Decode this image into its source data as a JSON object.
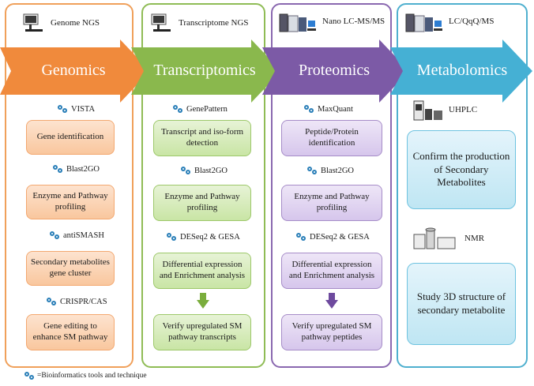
{
  "columns": {
    "genomics": {
      "instrument": "Genome NGS",
      "arrow_label": "Genomics",
      "color": "#f08a3c",
      "steps": [
        {
          "tool": "VISTA",
          "box": "Gene identification"
        },
        {
          "tool": "Blast2GO",
          "box": "Enzyme and Pathway profiling"
        },
        {
          "tool": "antiSMASH",
          "box": "Secondary metabolites gene cluster"
        },
        {
          "tool": "CRISPR/CAS",
          "box": "Gene editing to enhance SM pathway"
        }
      ]
    },
    "transcriptomics": {
      "instrument": "Transcriptome NGS",
      "arrow_label": "Transcriptomics",
      "color": "#8ab84d",
      "steps": [
        {
          "tool": "GenePattern",
          "box": "Transcript and iso-form detection"
        },
        {
          "tool": "Blast2GO",
          "box": "Enzyme and Pathway profiling"
        },
        {
          "tool": "DESeq2 & GESA",
          "box": "Differential expression and  Enrichment analysis"
        }
      ],
      "final_box": "Verify upregulated SM pathway transcripts"
    },
    "proteomics": {
      "instrument": "Nano LC-MS/MS",
      "arrow_label": "Proteomics",
      "color": "#7c5aa6",
      "steps": [
        {
          "tool": "MaxQuant",
          "box": "Peptide/Protein identification"
        },
        {
          "tool": "Blast2GO",
          "box": "Enzyme and Pathway profiling"
        },
        {
          "tool": "DESeq2 & GESA",
          "box": "Differential expression and  Enrichment analysis"
        }
      ],
      "final_box": "Verify upregulated SM pathway peptides"
    },
    "metabolomics": {
      "instrument": "LC/QqQ/MS",
      "arrow_label": "Metabolomics",
      "color": "#45b0d4",
      "sub_instrument_1": "UHPLC",
      "box_1": "Confirm the production of Secondary Metabolites",
      "sub_instrument_2": "NMR",
      "box_2": "Study 3D structure of secondary metabolite"
    }
  },
  "legend": "=Bioinformatics tools and technique",
  "icons": {
    "tool": "gears-icon",
    "instrument": "lab-instrument-icon"
  }
}
